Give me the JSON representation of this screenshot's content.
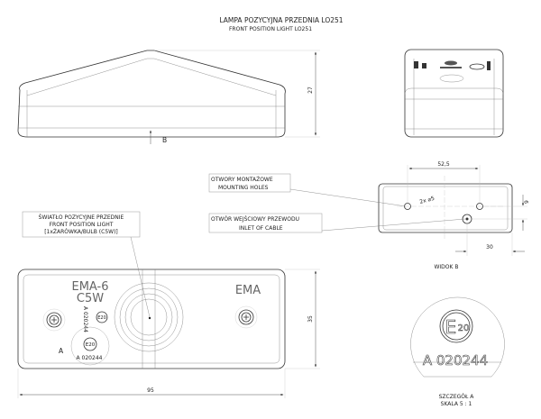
{
  "title": {
    "pl": "LAMPA POZYCYJNA PRZEDNIA LO251",
    "en": "FRONT POSITION LIGHT LO251"
  },
  "top_view": {
    "height_dim": "27",
    "view_arrow_label": "B"
  },
  "view_b": {
    "label": "WIDOK B",
    "hole_spacing_dim": "52,5",
    "hole_callout": "2x ⌀5",
    "offset_dim_vertical": "9",
    "offset_dim_horizontal": "30",
    "callouts": [
      {
        "pl": "OTWORY MONTAŻOWE",
        "en": "MOUNTING HOLES"
      },
      {
        "pl": "OTWÓR WEJŚCIOWY PRZEWODU",
        "en": "INLET OF CABLE"
      }
    ]
  },
  "front_view": {
    "callout": {
      "line1": "ŚWIATŁO POZYCYJNE PRZEDNIE",
      "line2": "FRONT POSITION LIGHT",
      "line3": "[1xŻARÓWKA/BULB (C5W)]"
    },
    "marking_left": "EMA-6",
    "marking_bulb": "C5W",
    "marking_right": "EMA",
    "approval_vertical": "A 020244",
    "approval_mark": "E20",
    "approval_number": "A 020244",
    "detail_label": "A",
    "height_dim": "35",
    "width_dim": "95"
  },
  "detail_a": {
    "mark": "E",
    "mark_number": "20",
    "approval_number": "A 020244",
    "label": "SZCZEGÓŁ A",
    "scale": "SKALA 5 : 1"
  }
}
